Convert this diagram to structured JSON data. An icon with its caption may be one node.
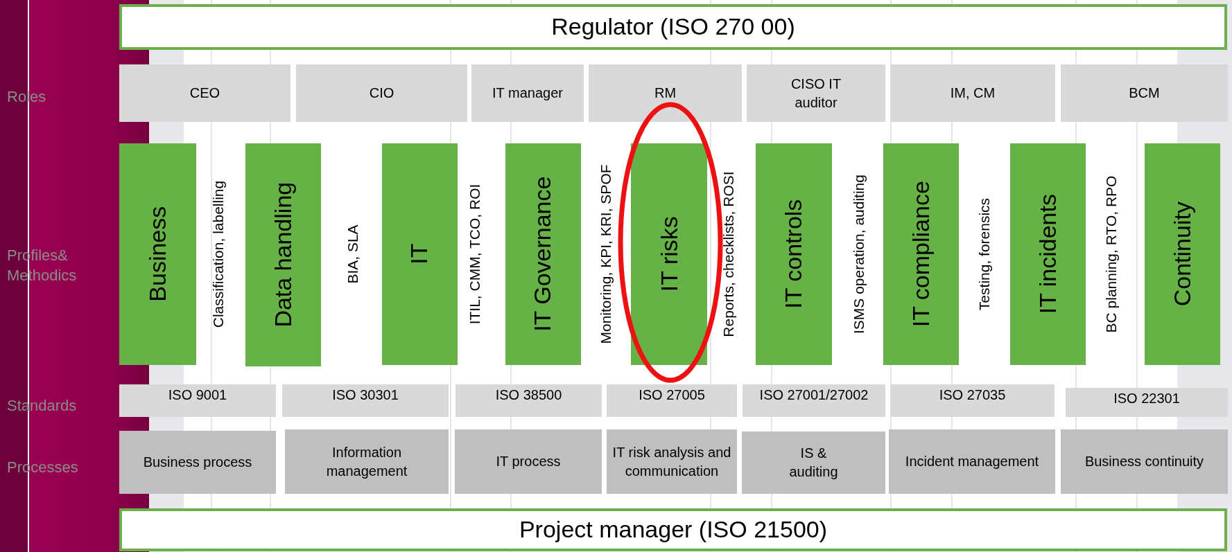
{
  "diagram": {
    "nodes": [
      {
        "text": [
          "Regulator (ISO 270 00)"
        ]
      },
      {
        "text": [
          "CEO"
        ]
      },
      {
        "text": [
          "CIO"
        ]
      },
      {
        "text": [
          "IT manager"
        ]
      },
      {
        "text": [
          "RM"
        ]
      },
      {
        "text": [
          "CISO IT auditor"
        ]
      },
      {
        "text": [
          "IM, CM"
        ]
      },
      {
        "text": [
          "BCM"
        ]
      },
      {
        "text": [
          "Business"
        ]
      },
      {
        "text": [
          "Data handling"
        ]
      },
      {
        "text": [
          "IT"
        ]
      },
      {
        "text": [
          "IT Governance"
        ]
      },
      {
        "text": [
          "IT risks"
        ]
      },
      {
        "text": [
          "IT controls"
        ]
      },
      {
        "text": [
          "IT compliance"
        ]
      },
      {
        "text": [
          "IT incidents"
        ]
      },
      {
        "text": [
          "Continuity"
        ]
      },
      {
        "text": [
          "ISO 9001"
        ]
      },
      {
        "text": [
          "ISO 30301"
        ]
      },
      {
        "text": [
          "ISO 38500"
        ]
      },
      {
        "text": [
          "ISO 27005"
        ]
      },
      {
        "text": [
          "ISO 27001/27002"
        ]
      },
      {
        "text": [
          "ISO 27035"
        ]
      },
      {
        "text": [
          "ISO 22301"
        ]
      },
      {
        "text": [
          "Business process"
        ]
      },
      {
        "text": [
          "Information management"
        ]
      },
      {
        "text": [
          "IT process"
        ]
      },
      {
        "text": [
          "IT risk analysis and communication"
        ]
      },
      {
        "text": [
          "IS & auditing"
        ]
      },
      {
        "text": [
          "Incident management"
        ]
      },
      {
        "text": [
          "Business continuity"
        ]
      },
      {
        "text": [
          "Project manager (ISO 21500)"
        ]
      }
    ],
    "labels": [
      "Roles",
      "Profiles& Methodics",
      "Classification, labelling",
      "BIA, SLA",
      "ITIL, CMM, TCO, ROI",
      "Monitoring, KPI, KRI, SPOF",
      "Reports, checklists, ROSI",
      "ISMS operation, auditing",
      "Testing, forensics",
      "BC planning, RTO, RPO",
      "Standards",
      "Processes"
    ]
  }
}
